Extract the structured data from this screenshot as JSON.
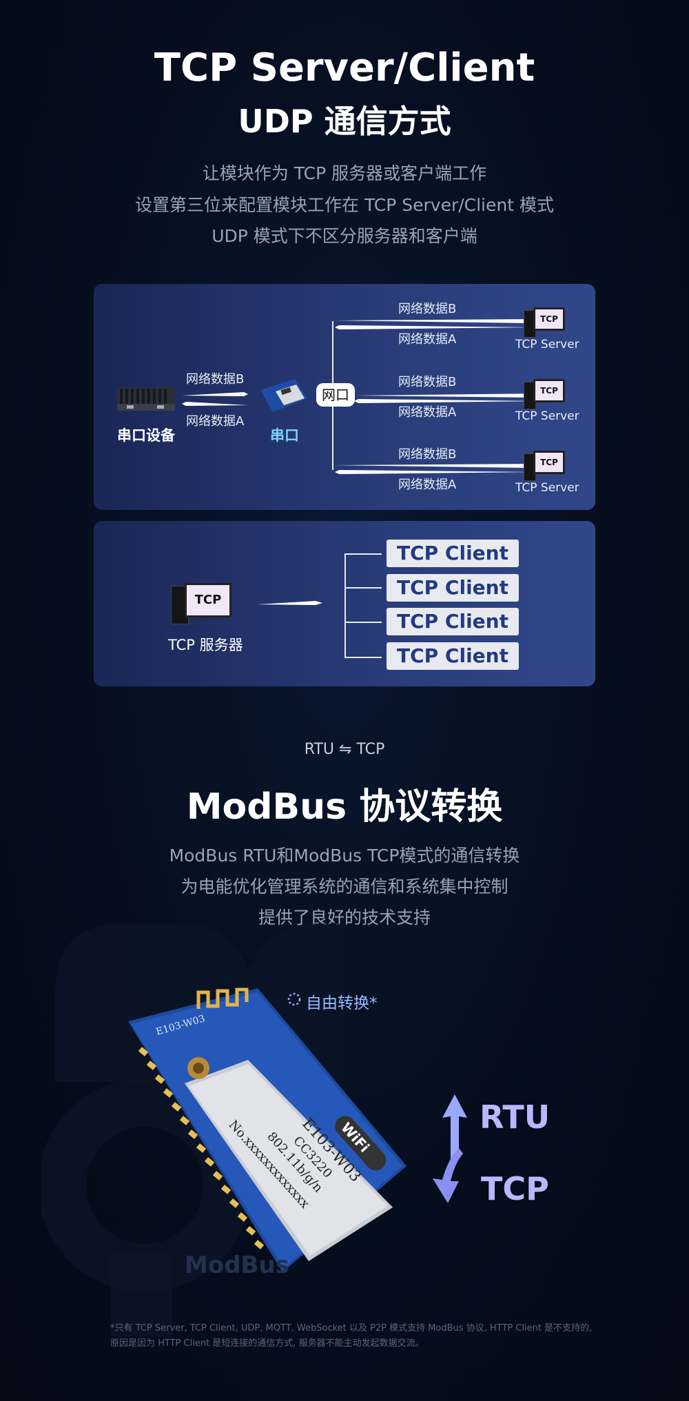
{
  "header": {
    "title_line1": "TCP Server/Client",
    "title_line2": "UDP 通信方式",
    "desc": [
      "让模块作为 TCP 服务器或客户端工作",
      "设置第三位来配置模块工作在 TCP Server/Client 模式",
      "UDP 模式下不区分服务器和客户端"
    ]
  },
  "diagram1": {
    "serial_device_label": "串口设备",
    "serial_port_label": "串口",
    "net_port_label": "网口",
    "data_b": "网络数据B",
    "data_a": "网络数据A",
    "server_label": "TCP Server",
    "pc_screen": "TCP"
  },
  "diagram2": {
    "server_label": "TCP 服务器",
    "pc_screen": "TCP",
    "clients": [
      "TCP Client",
      "TCP Client",
      "TCP Client",
      "TCP Client"
    ]
  },
  "modbus": {
    "kicker": "RTU ⇋ TCP",
    "title": "ModBus 协议转换",
    "desc": [
      "ModBus RTU和ModBus TCP模式的通信转换",
      "为电能优化管理系统的通信和系统集中控制",
      "提供了良好的技术支持"
    ],
    "free_switch": "自由转换*",
    "rtu": "RTU",
    "tcp": "TCP",
    "module_model": "E103-W03",
    "chip_line1": "E103-W03",
    "chip_line2": "CC3220",
    "chip_line3": "802.11b/g/n",
    "chip_serial": "No.xxxxxxxxxxxxx",
    "wifi_badge": "WiFi",
    "watermark": "ModBus"
  },
  "footnote": [
    "*只有 TCP Server, TCP Client, UDP, MQTT, WebSocket 以及 P2P 模式支持 ModBus 协议, HTTP Client 是不支持的,",
    "原因是因为 HTTP Client 是短连接的通信方式, 服务器不能主动发起数据交流。"
  ]
}
